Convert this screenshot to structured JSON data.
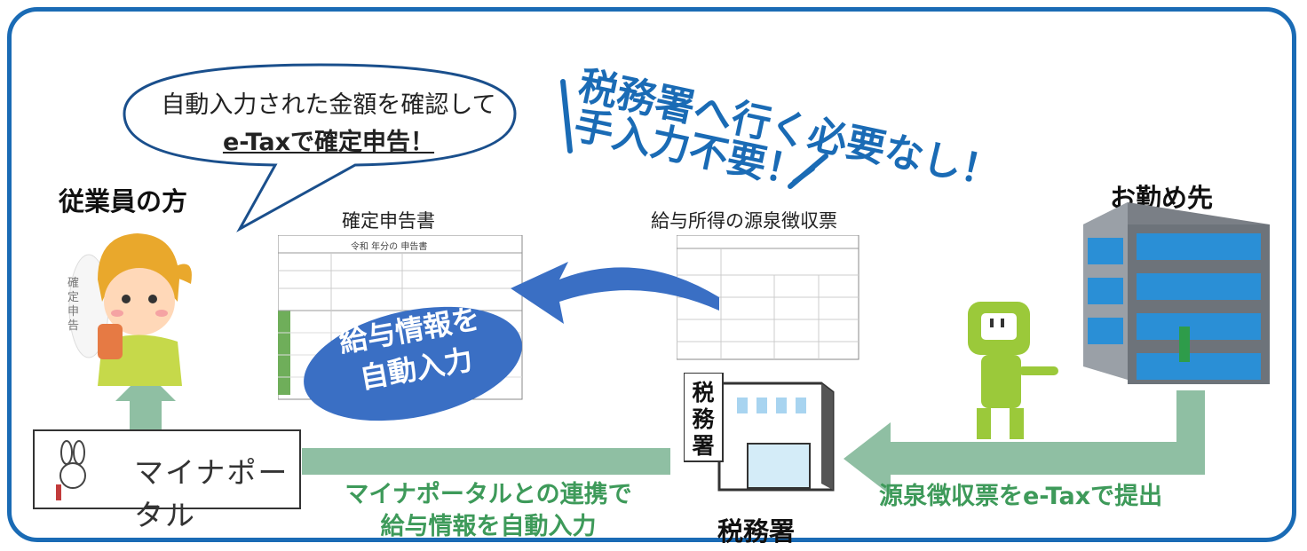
{
  "headline": {
    "line1": "税務署へ行く必要なし！",
    "line2": "手入力不要！"
  },
  "speech_bubble": {
    "line1": "自動入力された金額を確認して",
    "line2": "e-Taxで確定申告！"
  },
  "employee": {
    "label": "従業員の方",
    "sign_text": "確定申告"
  },
  "documents": {
    "return_form_caption": "確定申告書",
    "return_form_title": "令和 年分の 申告書",
    "withholding_caption": "給与所得の源泉徴収票"
  },
  "auto_fill": {
    "line1": "給与情報を",
    "line2": "自動入力"
  },
  "employer": {
    "label": "お勤め先"
  },
  "tax_office": {
    "label": "税務署",
    "sign": "税務署"
  },
  "flows": {
    "submit_caption": "源泉徴収票をe-Taxで提出",
    "portal_line1": "マイナポータルとの連携で",
    "portal_line2": "給与情報を自動入力"
  },
  "myna_portal": {
    "label": "マイナポータル"
  },
  "colors": {
    "frame": "#1a6bb5",
    "arrow_green": "#8fbfa3",
    "caption_green": "#3e9a5a",
    "blob_blue": "#3a6fc4",
    "mascot_green": "#9bc93a"
  },
  "icons": [
    "speech-bubble-icon",
    "person-icon",
    "building-icon",
    "tax-office-icon",
    "mascot-icon",
    "rabbit-icon",
    "curved-arrow-icon"
  ]
}
